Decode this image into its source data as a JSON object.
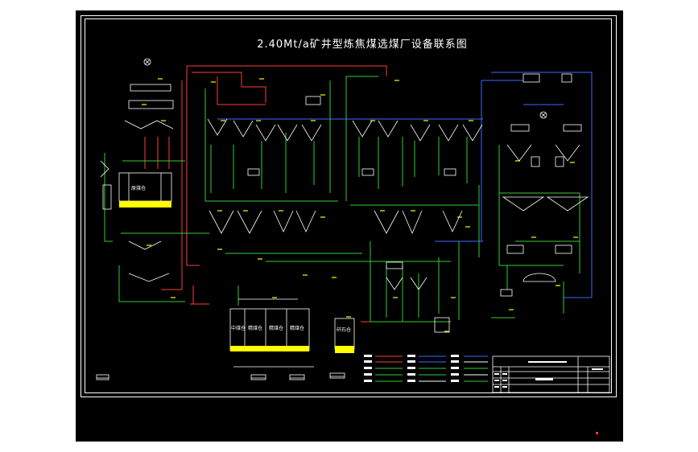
{
  "drawing": {
    "title": "2.40Mt/a矿井型炼焦煤选煤厂设备联系图"
  },
  "bins": {
    "raw_bin_label": "原煤仓",
    "product_bins": [
      "中煤仓",
      "精煤仓",
      "精煤仓",
      "精煤仓"
    ],
    "gangue_bin_label": "矸石仓"
  },
  "colors": {
    "background": "#000000",
    "frame": "#ffffff",
    "raw_coal_line": "#ff3b3b",
    "clean_coal_line": "#3b6bff",
    "water_line": "#33cc33",
    "equipment": "#ffffff",
    "labels": "#ffff00",
    "bin_fill": "#ffff00"
  },
  "icons": [
    "station-marker-icon",
    "valve-icon"
  ]
}
